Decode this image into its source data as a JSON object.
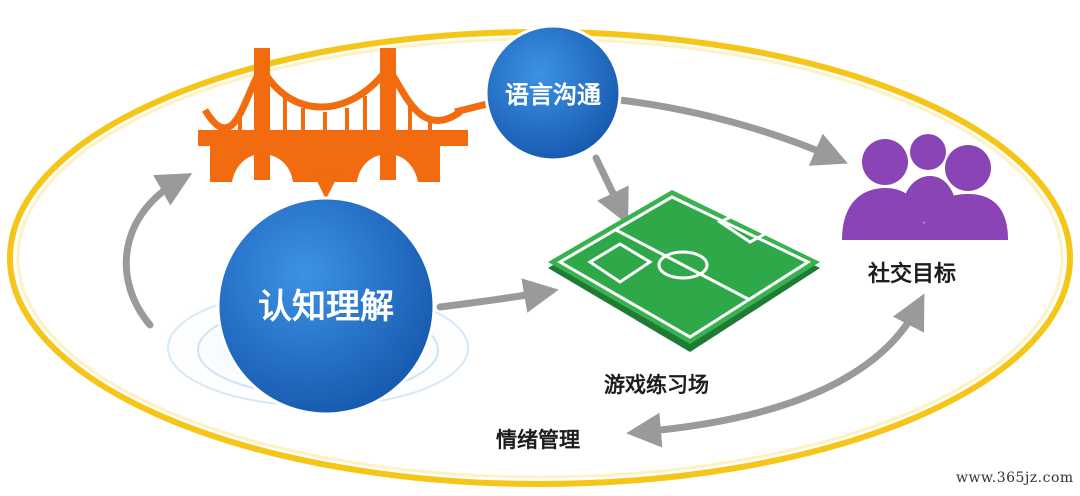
{
  "nodes": {
    "language": "语言沟通",
    "cognition": "认知理解",
    "field": "游戏练习场",
    "social": "社交目标",
    "emotion": "情绪管理"
  },
  "watermark": "www.365jz.com",
  "colors": {
    "ring": "#f5c518",
    "bridge": "#f26b0f",
    "circle": "#1f6fc8",
    "people": "#8a44b5",
    "field": "#2fa84a",
    "arrow": "#9a9a9a"
  },
  "icons": [
    "bridge-icon",
    "football-field-icon",
    "people-group-icon"
  ]
}
